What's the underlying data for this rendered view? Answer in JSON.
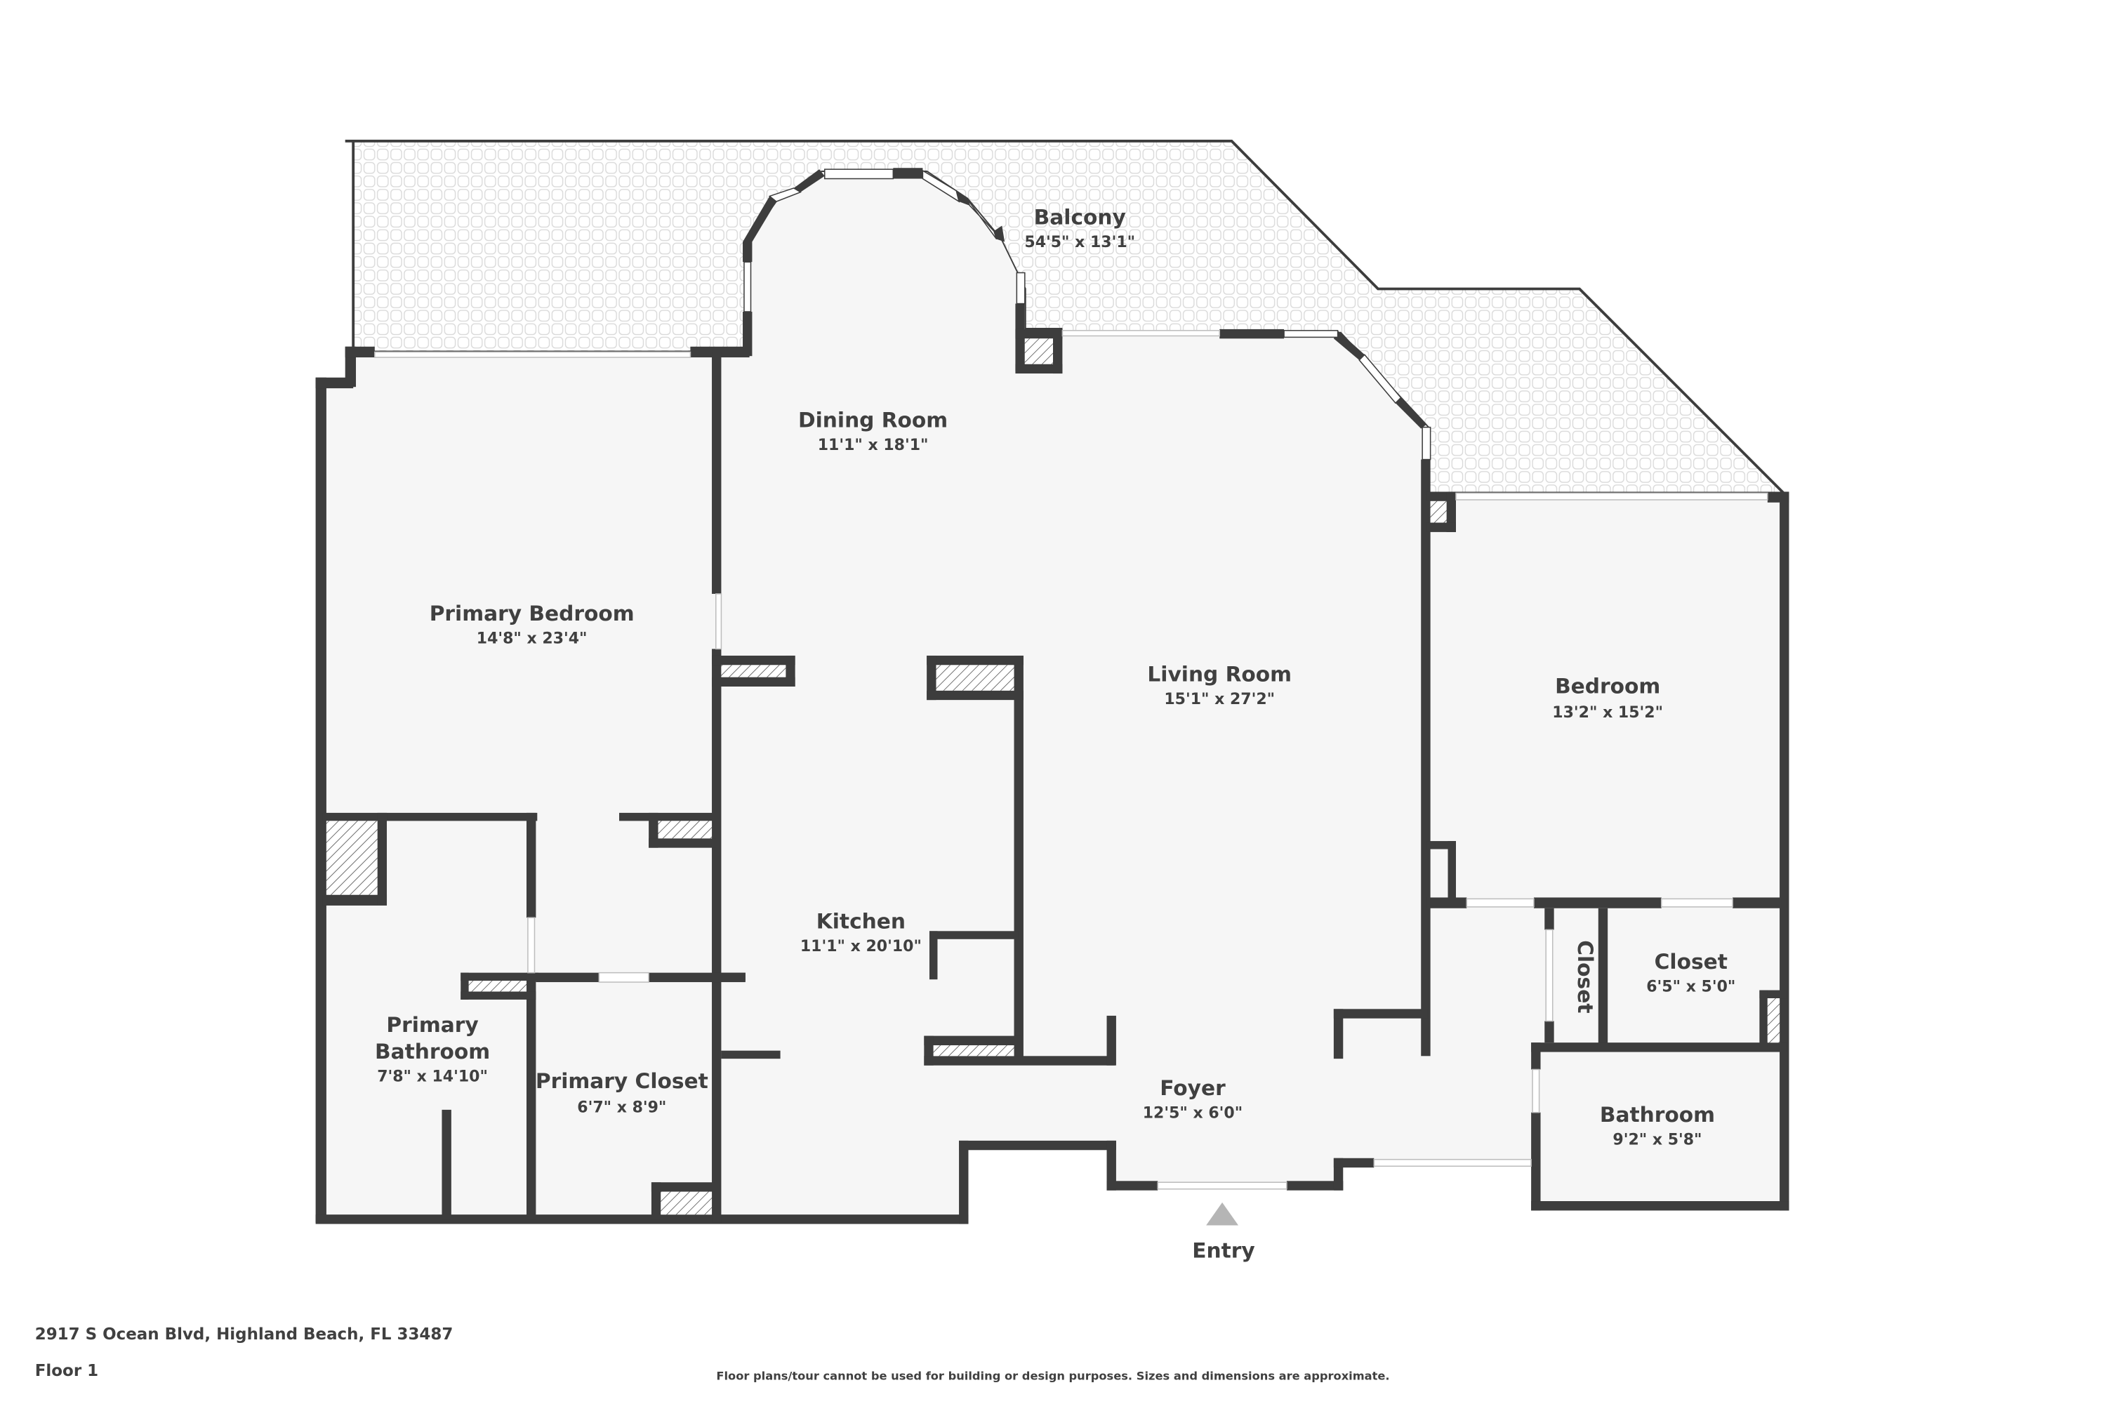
{
  "plan": {
    "floor_label": "Floor 1",
    "address": "2917 S Ocean Blvd, Highland Beach, FL 33487",
    "disclaimer": "Floor plans/tour cannot be used for building or design purposes. Sizes and dimensions are approximate.",
    "entry_label": "Entry",
    "colors": {
      "wall": "#3d3d3d",
      "floor": "#f6f6f6",
      "balcony_tile": "#d9d9d9",
      "text": "#404040",
      "entry_arrow": "#b5b5b5"
    }
  },
  "rooms": {
    "balcony": {
      "name": "Balcony",
      "dim": "54'5\" x 13'1\""
    },
    "dining_room": {
      "name": "Dining Room",
      "dim": "11'1\" x 18'1\""
    },
    "primary_bedroom": {
      "name": "Primary Bedroom",
      "dim": "14'8\" x 23'4\""
    },
    "living_room": {
      "name": "Living Room",
      "dim": "15'1\" x 27'2\""
    },
    "bedroom": {
      "name": "Bedroom",
      "dim": "13'2\" x 15'2\""
    },
    "kitchen": {
      "name": "Kitchen",
      "dim": "11'1\" x 20'10\""
    },
    "closet_small": {
      "name": "Closet"
    },
    "closet": {
      "name": "Closet",
      "dim": "6'5\" x 5'0\""
    },
    "primary_bathroom": {
      "name_line1": "Primary",
      "name_line2": "Bathroom",
      "dim": "7'8\" x 14'10\""
    },
    "primary_closet": {
      "name": "Primary Closet",
      "dim": "6'7\" x 8'9\""
    },
    "foyer": {
      "name": "Foyer",
      "dim": "12'5\" x 6'0\""
    },
    "bathroom": {
      "name": "Bathroom",
      "dim": "9'2\" x 5'8\""
    }
  }
}
